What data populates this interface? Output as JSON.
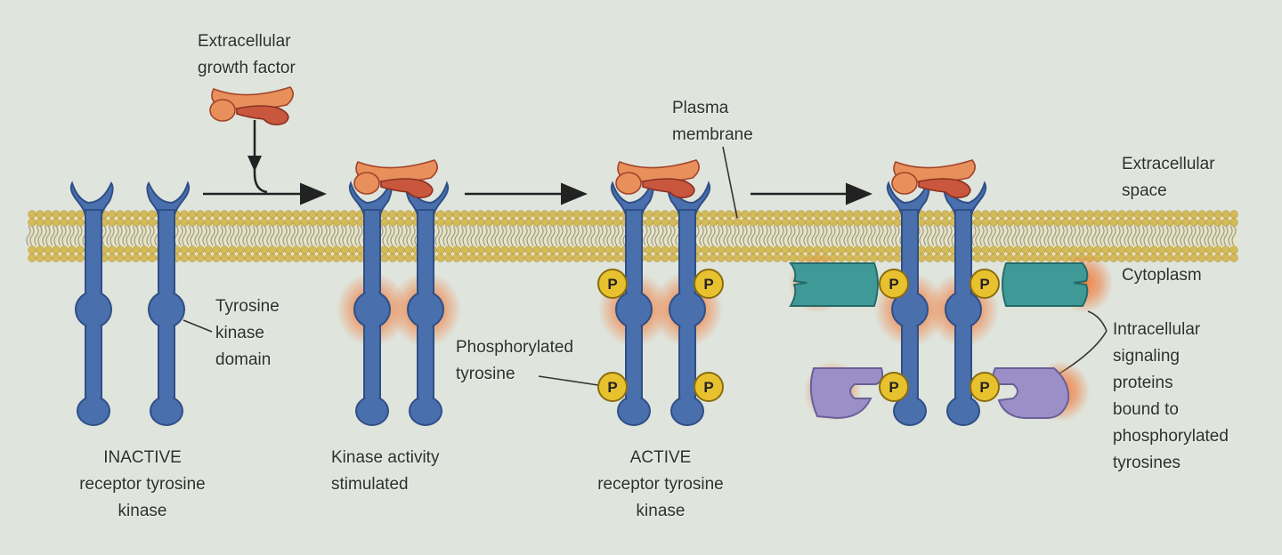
{
  "labels": {
    "growth_factor": [
      "Extracellular",
      "growth factor"
    ],
    "plasma_membrane": [
      "Plasma",
      "membrane"
    ],
    "extracellular_space": [
      "Extracellular",
      "space"
    ],
    "cytoplasm": "Cytoplasm",
    "tyrosine_kinase_domain": [
      "Tyrosine",
      "kinase",
      "domain"
    ],
    "phosphorylated_tyrosine": [
      "Phosphorylated",
      "tyrosine"
    ],
    "signaling_proteins": [
      "Intracellular",
      "signaling",
      "proteins",
      "bound to",
      "phosphorylated",
      "tyrosines"
    ],
    "stage1": [
      "INACTIVE",
      "receptor tyrosine",
      "kinase"
    ],
    "stage2": [
      "Kinase activity",
      "stimulated"
    ],
    "stage3": [
      "ACTIVE",
      "receptor tyrosine",
      "kinase"
    ]
  },
  "phospho_symbol": "P",
  "colors": {
    "background": "#dfe4dc",
    "receptor": "#4a6fad",
    "receptor_outline": "#2f4f86",
    "growth_factor": "#c9573e",
    "growth_factor_light": "#e8905b",
    "phosphate": "#e8c22e",
    "membrane": "#d4ba5a",
    "glow": "#f07a3a",
    "signal_teal": "#3f9a97",
    "signal_purple": "#9b8fc8"
  }
}
